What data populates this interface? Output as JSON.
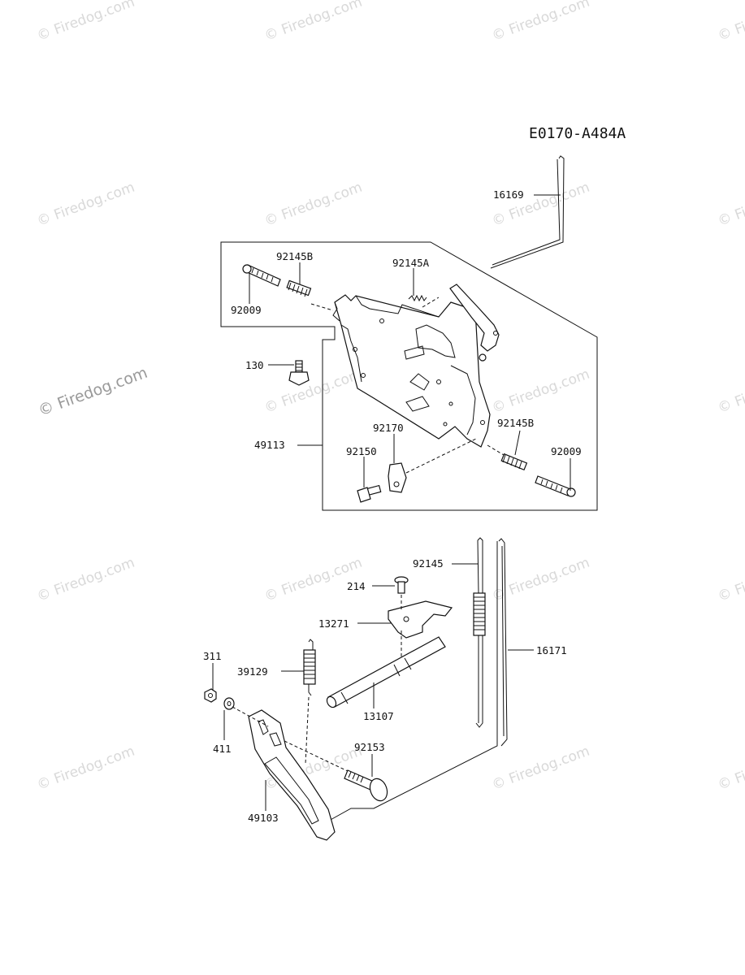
{
  "diagram_code": "E0170-A484A",
  "watermark_text": "© Firedog.com",
  "callouts": {
    "p16169": "16169",
    "p92145B_top": "92145B",
    "p92145A": "92145A",
    "p92009_top": "92009",
    "p130": "130",
    "p49113": "49113",
    "p92170": "92170",
    "p92150": "92150",
    "p92145B_right": "92145B",
    "p92009_right": "92009",
    "p92145": "92145",
    "p214": "214",
    "p13271": "13271",
    "p311": "311",
    "p39129": "39129",
    "p16171": "16171",
    "p13107": "13107",
    "p411": "411",
    "p92153": "92153",
    "p49103": "49103"
  }
}
